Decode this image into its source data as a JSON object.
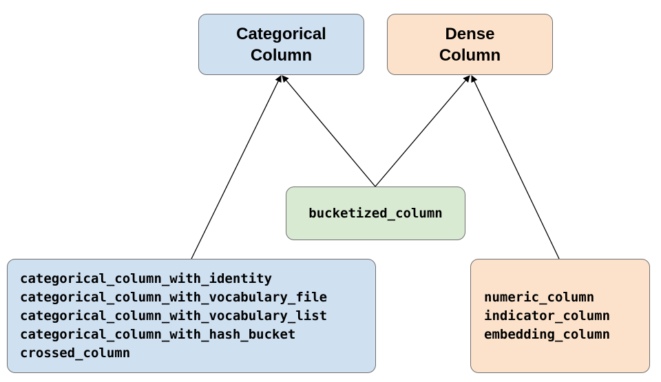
{
  "nodes": {
    "categorical": {
      "line1": "Categorical",
      "line2": "Column"
    },
    "dense": {
      "line1": "Dense",
      "line2": "Column"
    },
    "bucketized": {
      "label": "bucketized_column"
    },
    "categorical_functions": [
      "categorical_column_with_identity",
      "categorical_column_with_vocabulary_file",
      "categorical_column_with_vocabulary_list",
      "categorical_column_with_hash_bucket",
      "crossed_column"
    ],
    "dense_functions": [
      "numeric_column",
      "indicator_column",
      "embedding_column"
    ]
  },
  "colors": {
    "categorical_fill": "#cfe0f1",
    "dense_fill": "#fce2cb",
    "bucketized_fill": "#d9ead3",
    "border": "#6e6e6e",
    "arrow": "#000000"
  }
}
